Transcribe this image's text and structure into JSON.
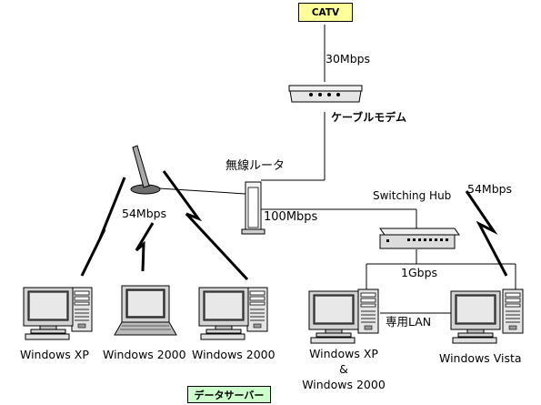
{
  "catv": {
    "label": "CATV",
    "color": "#ffff99"
  },
  "links": {
    "catv_speed": "30Mbps",
    "lan_speed": "100Mbps",
    "gigabit_speed": "1Gbps",
    "wireless_left": "54Mbps",
    "wireless_right": "54Mbps",
    "dedicated_lan": "専用LAN"
  },
  "devices": {
    "modem": "ケーブルモデム",
    "router": "無線ルータ",
    "hub": "Switching Hub"
  },
  "computers": [
    {
      "label": "Windows XP",
      "icon": "desktop-tower-icon"
    },
    {
      "label": "Windows 2000",
      "icon": "laptop-icon"
    },
    {
      "label": "Windows 2000",
      "icon": "desktop-tower-icon"
    },
    {
      "label_line1": "Windows XP",
      "label_line2": "&",
      "label_line3": "Windows 2000",
      "icon": "desktop-tower-icon"
    },
    {
      "label": "Windows Vista",
      "icon": "desktop-tower-icon"
    }
  ],
  "data_server": {
    "label": "データサーバー",
    "color": "#ccffcc"
  }
}
